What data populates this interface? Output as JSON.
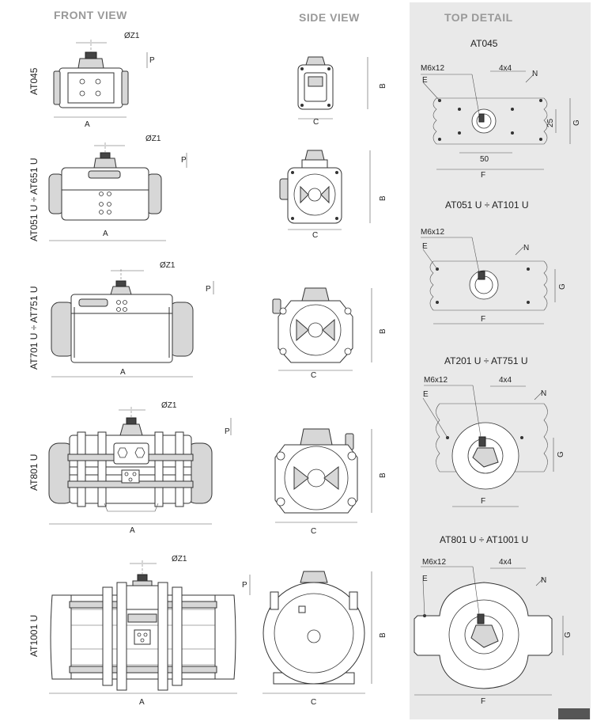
{
  "headers": {
    "front": "FRONT VIEW",
    "side": "SIDE VIEW",
    "top": "TOP DETAIL"
  },
  "colors": {
    "panel": "#e9e9e9",
    "line": "#333333",
    "header": "#999999"
  },
  "rows": [
    {
      "model": "AT045",
      "front": {
        "z": "ØZ1",
        "p": "P",
        "a": "A"
      },
      "side": {
        "b": "B",
        "c": "C"
      },
      "top": {
        "title": "AT045",
        "m": "M6x12",
        "sq": "4x4",
        "n": "N",
        "e": "E",
        "f": "F",
        "g": "G",
        "w": "50",
        "h": "25"
      }
    },
    {
      "model": "AT051 U ÷ AT651 U",
      "front": {
        "z": "ØZ1",
        "p": "P",
        "a": "A"
      },
      "side": {
        "b": "B",
        "c": "C"
      },
      "top": {
        "title": "AT051 U ÷ AT101 U",
        "m": "M6x12",
        "sq": "",
        "n": "N",
        "e": "E",
        "f": "F",
        "g": "G",
        "w": "",
        "h": ""
      }
    },
    {
      "model": "AT701 U ÷ AT751 U",
      "front": {
        "z": "ØZ1",
        "p": "P",
        "a": "A"
      },
      "side": {
        "b": "B",
        "c": "C"
      },
      "top": {
        "title": "AT201 U ÷ AT751 U",
        "m": "M6x12",
        "sq": "4x4",
        "n": "N",
        "e": "E",
        "f": "F",
        "g": "G",
        "w": "",
        "h": ""
      }
    },
    {
      "model": "AT801 U",
      "front": {
        "z": "ØZ1",
        "p": "P",
        "a": "A"
      },
      "side": {
        "b": "B",
        "c": "C"
      },
      "top": {
        "title": "AT801 U ÷ AT1001 U",
        "m": "M6x12",
        "sq": "4x4",
        "n": "N",
        "e": "E",
        "f": "F",
        "g": "G",
        "w": "",
        "h": ""
      }
    },
    {
      "model": "AT1001 U",
      "front": {
        "z": "ØZ1",
        "p": "P",
        "a": "A"
      },
      "side": {
        "b": "B",
        "c": "C"
      },
      "top": null
    }
  ]
}
